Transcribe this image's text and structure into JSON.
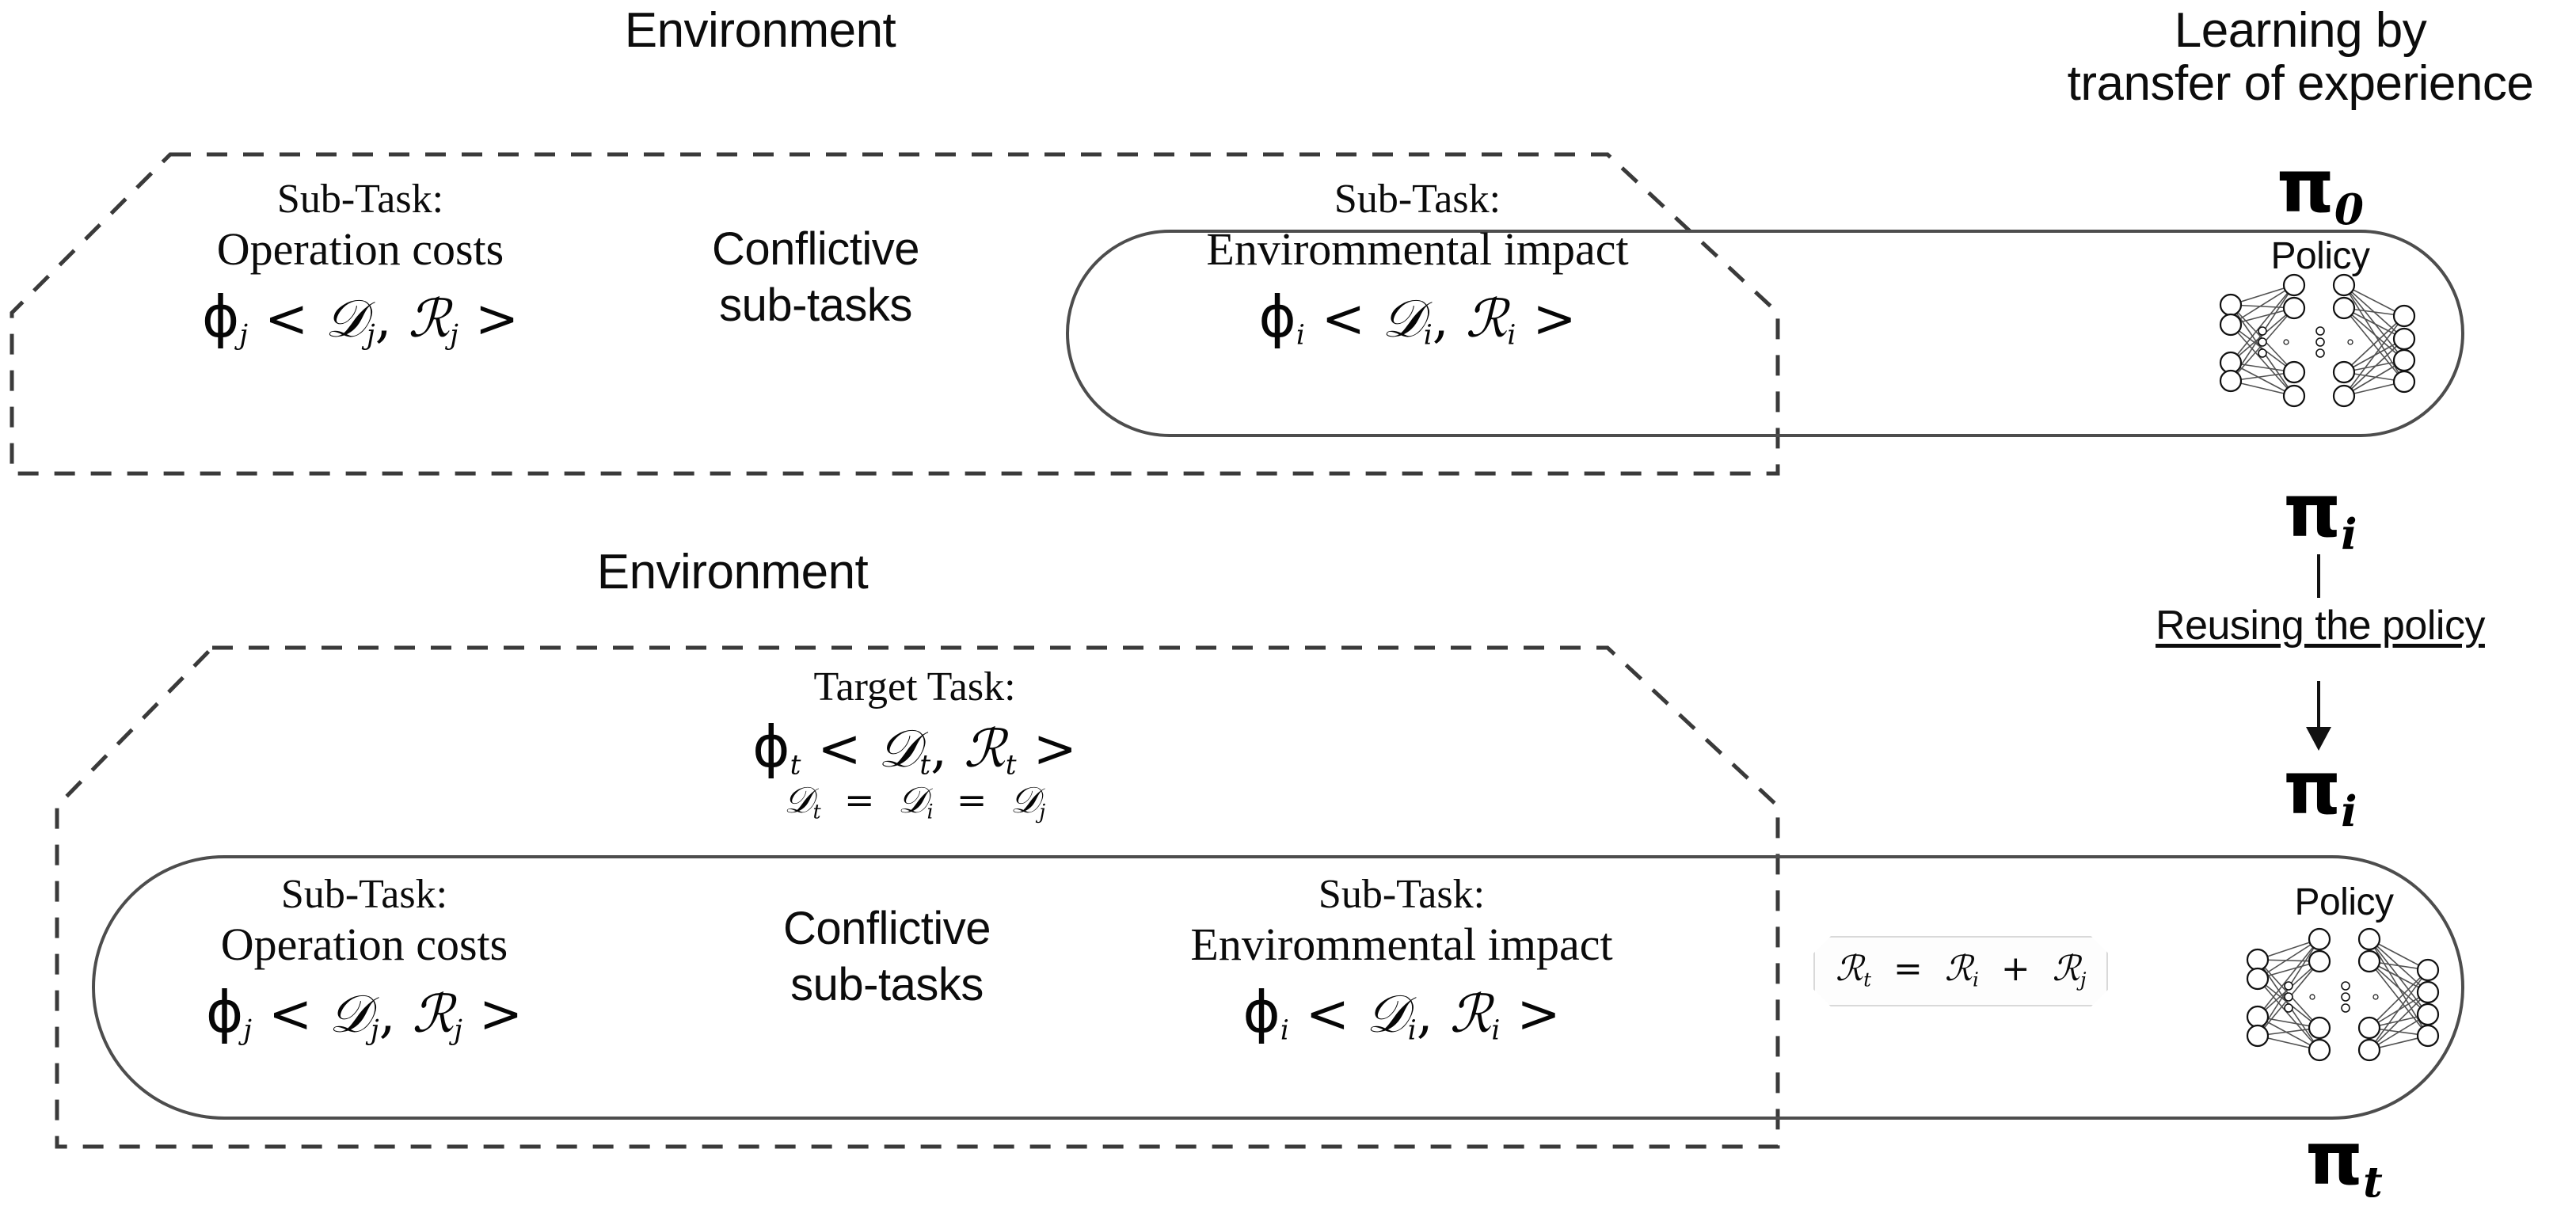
{
  "diagram": {
    "title_top_left": "Environment",
    "title_top_right": "Learning by\ntransfer of experience",
    "title_bottom_left": "Environment"
  },
  "top_section": {
    "subtask_left": {
      "title": "Sub-Task:",
      "subtitle": "Operation costs",
      "formula_phi": "ϕ",
      "formula_phi_sub": "j",
      "formula_open": "<",
      "formula_d": "𝒟",
      "formula_d_sub": "j",
      "formula_comma": ",",
      "formula_r": "ℛ",
      "formula_r_sub": "j",
      "formula_close": ">"
    },
    "middle_label": "Conflictive\nsub-tasks",
    "subtask_right": {
      "title": "Sub-Task:",
      "subtitle": "Envirommental impact",
      "formula_phi": "ϕ",
      "formula_phi_sub": "i",
      "formula_open": "<",
      "formula_d": "𝒟",
      "formula_d_sub": "i",
      "formula_comma": ",",
      "formula_r": "ℛ",
      "formula_r_sub": "i",
      "formula_close": ">"
    },
    "policy": {
      "pi_above": "π",
      "pi_above_sub": "0",
      "label": "Policy",
      "pi_below": "π",
      "pi_below_sub": "i"
    }
  },
  "transfer": {
    "reuse_label": "Reusing the policy",
    "pi_after": "π",
    "pi_after_sub": "i"
  },
  "bottom_section": {
    "target_task": {
      "title": "Target Task:",
      "formula_phi": "ϕ",
      "formula_phi_sub": "t",
      "formula_open": "<",
      "formula_d": "𝒟",
      "formula_d_sub": "t",
      "formula_comma": ",",
      "formula_r": "ℛ",
      "formula_r_sub": "t",
      "formula_close": ">",
      "domain_eq_d1": "𝒟",
      "domain_eq_d1_sub": "t",
      "domain_eq_op1": "=",
      "domain_eq_d2": "𝒟",
      "domain_eq_d2_sub": "i",
      "domain_eq_op2": "=",
      "domain_eq_d3": "𝒟",
      "domain_eq_d3_sub": "j"
    },
    "subtask_left": {
      "title": "Sub-Task:",
      "subtitle": "Operation costs",
      "formula_phi": "ϕ",
      "formula_phi_sub": "j",
      "formula_open": "<",
      "formula_d": "𝒟",
      "formula_d_sub": "j",
      "formula_comma": ",",
      "formula_r": "ℛ",
      "formula_r_sub": "j",
      "formula_close": ">"
    },
    "middle_label": "Conflictive\nsub-tasks",
    "subtask_right": {
      "title": "Sub-Task:",
      "subtitle": "Envirommental impact",
      "formula_phi": "ϕ",
      "formula_phi_sub": "i",
      "formula_open": "<",
      "formula_d": "𝒟",
      "formula_d_sub": "i",
      "formula_comma": ",",
      "formula_r": "ℛ",
      "formula_r_sub": "i",
      "formula_close": ">"
    },
    "reward_equation": {
      "r_t": "ℛ",
      "r_t_sub": "t",
      "eq": "=",
      "r_i": "ℛ",
      "r_i_sub": "i",
      "plus": "+",
      "r_j": "ℛ",
      "r_j_sub": "j"
    },
    "policy": {
      "label": "Policy",
      "pi_below": "π",
      "pi_below_sub": "t"
    }
  },
  "colors": {
    "ink": "#0b0b0b",
    "pill_stroke": "#4d4d4d",
    "dashed_stroke": "#3a3a3a",
    "chip_border": "#d9d9d9"
  }
}
